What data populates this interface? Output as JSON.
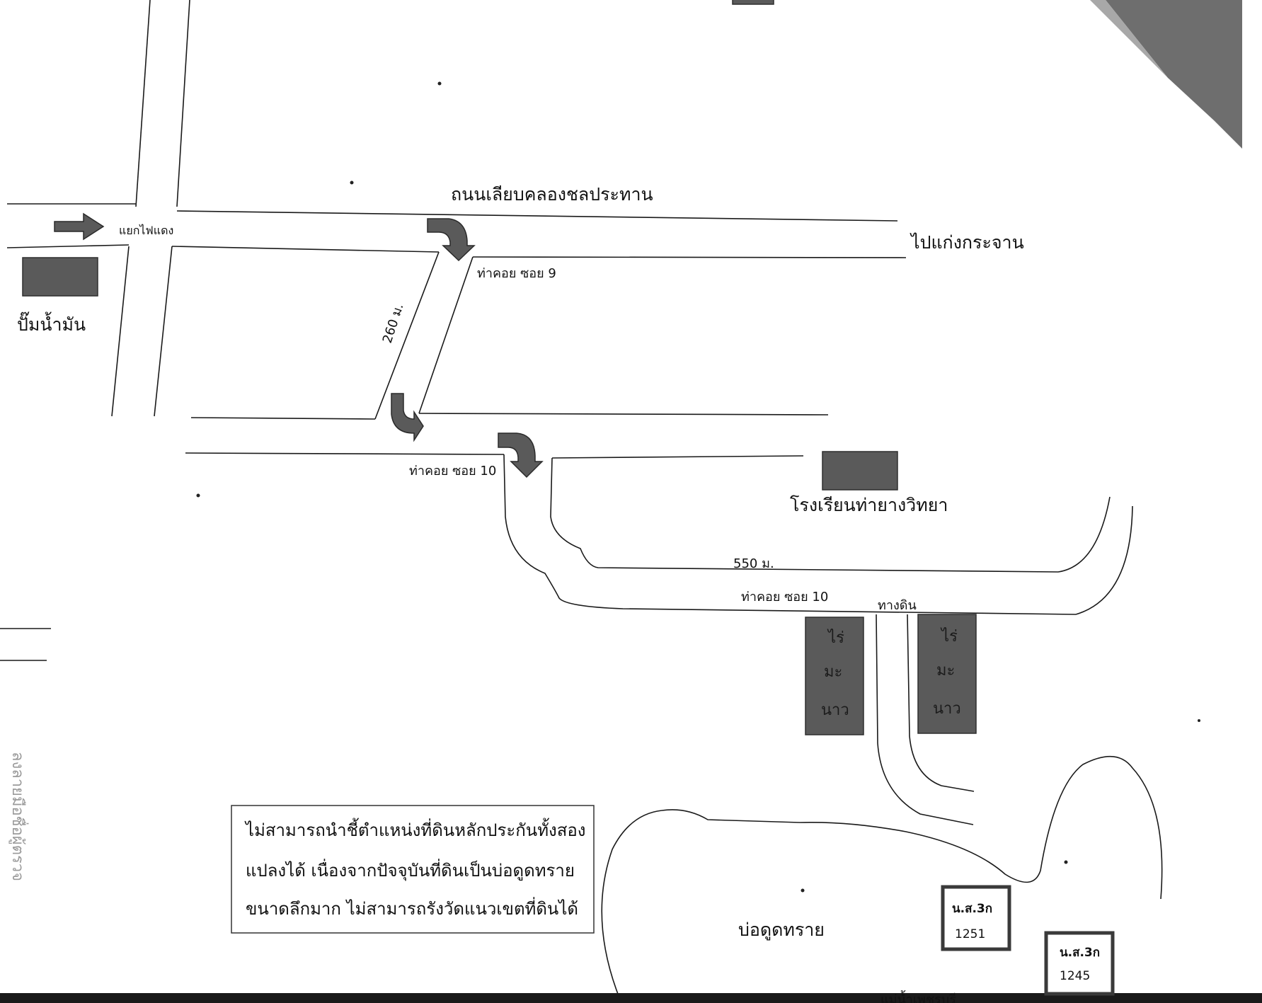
{
  "map": {
    "road_labels": {
      "canal_road": "ถนนเลียบคลองชลประทาน",
      "to_kaeng_krachan": "ไปแก่งกระจาน",
      "traffic_light": "แยกไฟแดง",
      "soi9": "ท่าคอย ซอย 9",
      "soi10_left": "ท่าคอย ซอย 10",
      "soi10_bottom": "ท่าคอย ซอย 10",
      "dirt_road": "ทางดิน",
      "bottom_cut": "แม่น้ำเพชรบุรี"
    },
    "distances": {
      "d260": "260 ม.",
      "d550": "550 ม."
    },
    "places": {
      "gas_station": "ปั๊มน้ำมัน",
      "school": "โรงเรียนท่ายางวิทยา",
      "sand_pit": "บ่อดูดทราย",
      "lime_field_left": [
        "ไร่",
        "มะ",
        "นาว"
      ],
      "lime_field_right": [
        "ไร่",
        "มะ",
        "นาว"
      ]
    },
    "parcels": [
      {
        "label": "น.ส.3ก",
        "number": "1251"
      },
      {
        "label": "น.ส.3ก",
        "number": "1245"
      }
    ],
    "note": {
      "lines": [
        "ไม่สามารถนำชี้ตำแหน่งที่ดินหลักประกันทั้งสอง",
        "แปลงได้ เนื่องจากปัจจุบันที่ดินเป็นบ่อดูดทราย",
        "ขนาดลึกมาก ไม่สามารถรังวัดแนวเขตที่ดินได้"
      ]
    },
    "edge_text": "ลงลายมือชื่อผู้ตรวจ",
    "colors": {
      "poi_fill": "#5a5a5a",
      "road_stroke": "#1a1a1a",
      "scan_shadow": "#6e6e6e"
    },
    "icons": {
      "arrow": "arrow-right-icon",
      "turn": "turn-down-icon"
    }
  }
}
